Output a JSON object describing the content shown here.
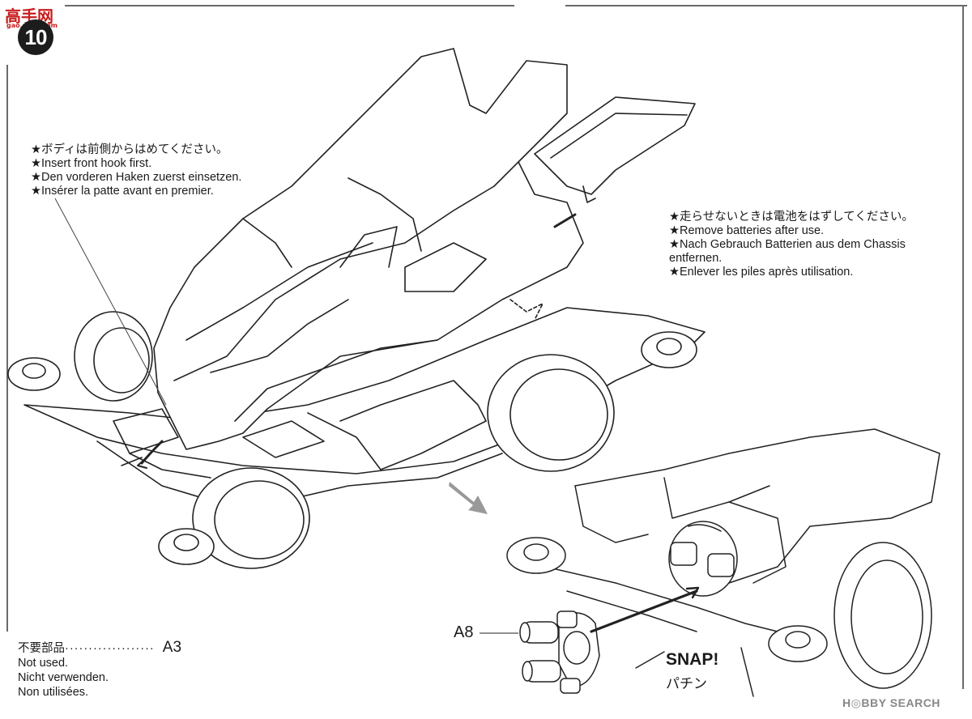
{
  "step_number": "10",
  "watermark": {
    "text": "高手网",
    "sub": "gao.shou.com"
  },
  "notes": {
    "front_hook": {
      "ja": "★ボディは前側からはめてください。",
      "en": "★Insert front hook first.",
      "de": "★Den vorderen Haken zuerst einsetzen.",
      "fr": "★Insérer la patte avant en premier."
    },
    "batteries": {
      "ja": "★走らせないときは電池をはずしてください。",
      "en": "★Remove batteries after use.",
      "de": "★Nach Gebrauch Batterien aus dem Chassis entfernen.",
      "fr": "★Enlever les piles après utilisation."
    }
  },
  "unused_parts": {
    "ja": "不要部品",
    "part": "A3",
    "en": "Not used.",
    "de": "Nicht verwenden.",
    "fr": "Non utilisées."
  },
  "part_label": "A8",
  "snap": {
    "en": "SNAP!",
    "ja": "パチン"
  },
  "brand": {
    "prefix": "H",
    "mid": "BBY",
    "suffix": "SEARCH"
  }
}
